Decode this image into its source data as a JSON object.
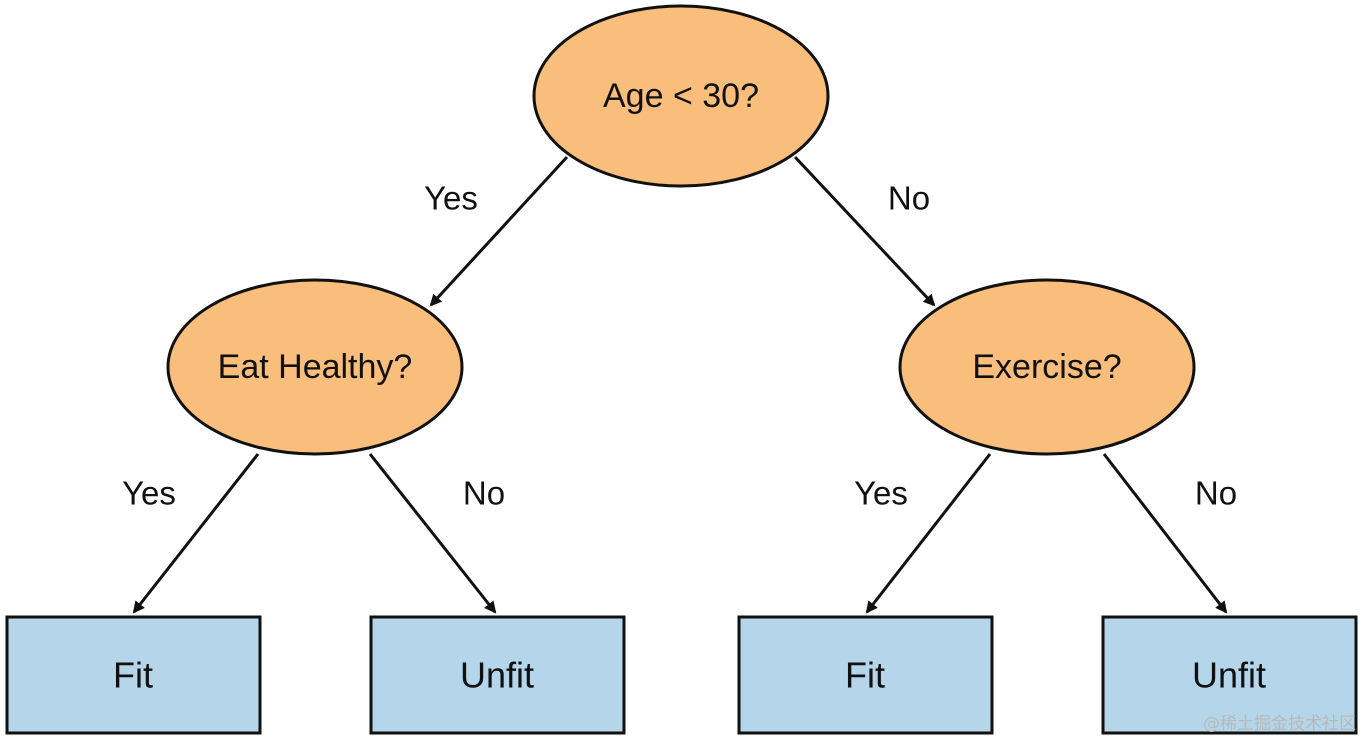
{
  "colors": {
    "decision_fill": "#F9BE7C",
    "leaf_fill": "#B4D5EA",
    "stroke": "#111111"
  },
  "nodes": {
    "root": "Age < 30?",
    "left": "Eat Healthy?",
    "right": "Exercise?"
  },
  "leaves": {
    "ll": "Fit",
    "lr": "Unfit",
    "rl": "Fit",
    "rr": "Unfit"
  },
  "edges": {
    "root_left": "Yes",
    "root_right": "No",
    "left_left": "Yes",
    "left_right": "No",
    "right_left": "Yes",
    "right_right": "No"
  },
  "watermark": "@稀土掘金技术社区"
}
